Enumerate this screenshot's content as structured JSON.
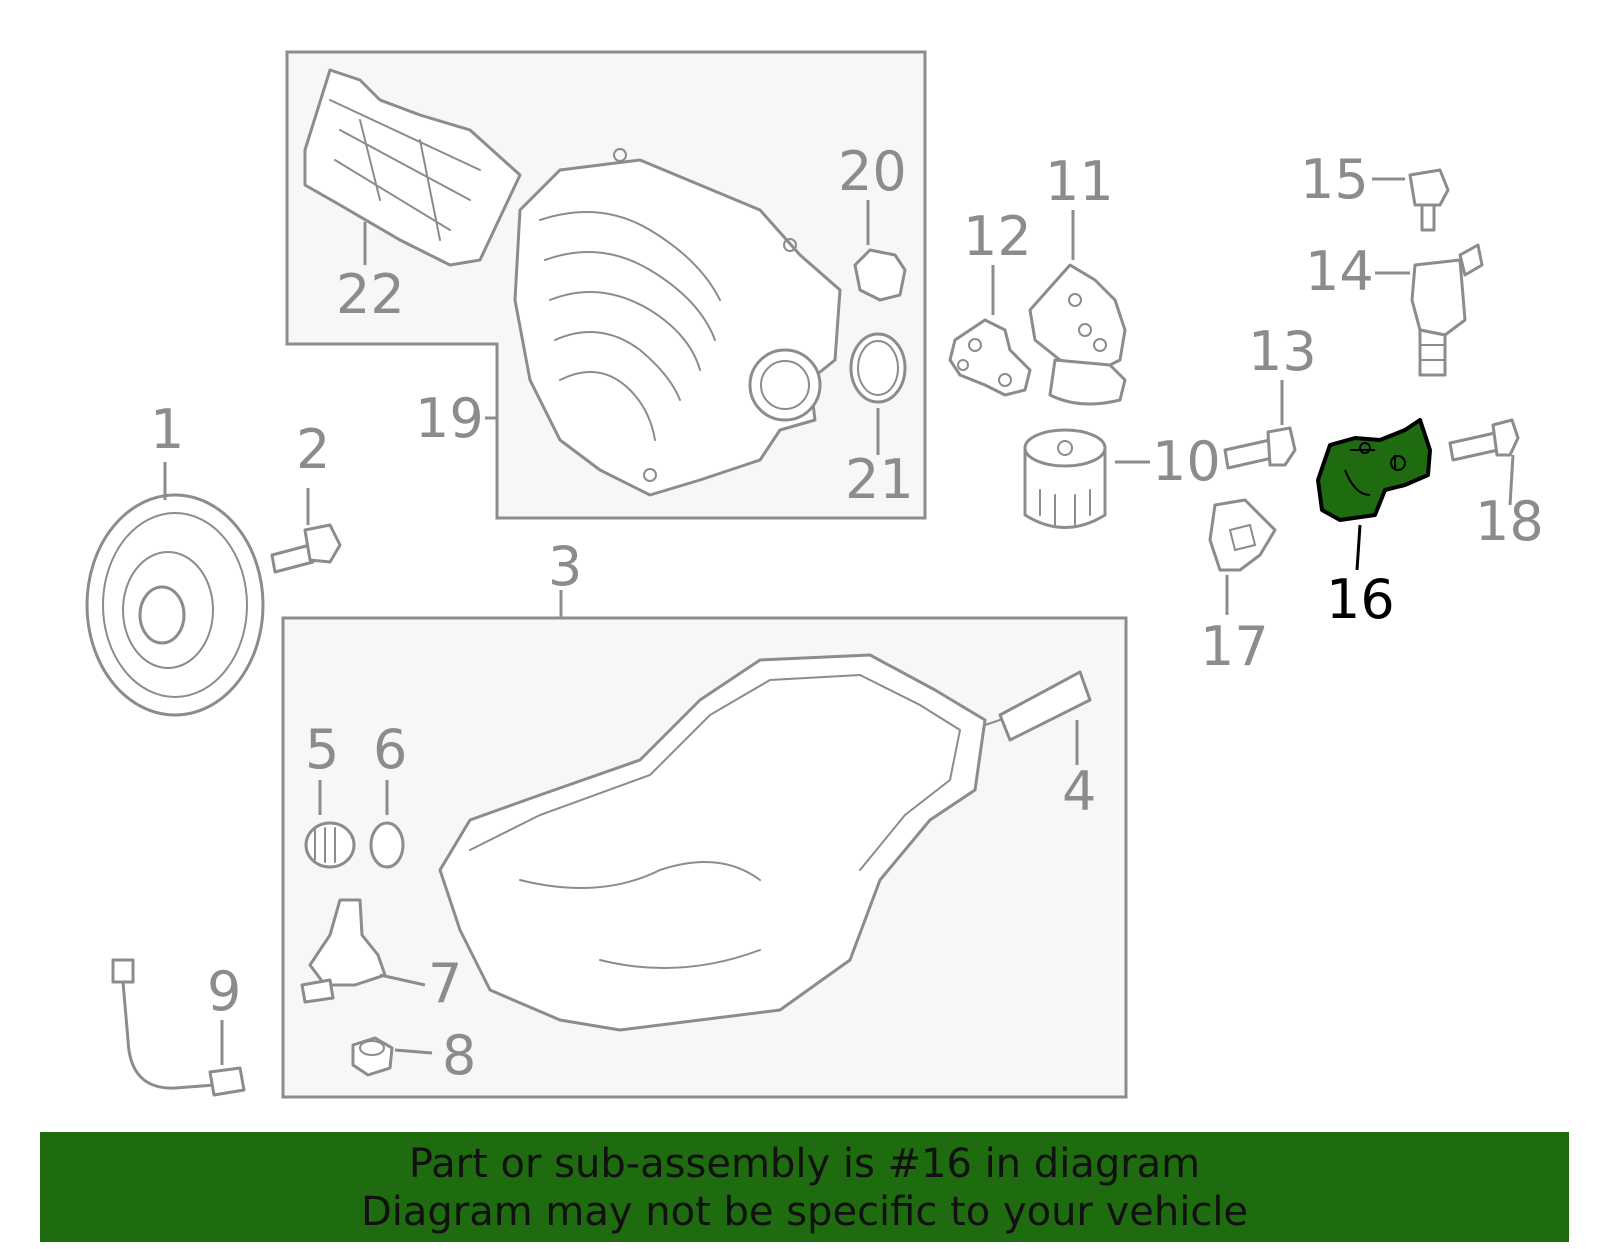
{
  "callouts": {
    "c1": "1",
    "c2": "2",
    "c3": "3",
    "c4": "4",
    "c5": "5",
    "c6": "6",
    "c7": "7",
    "c8": "8",
    "c9": "9",
    "c10": "10",
    "c11": "11",
    "c12": "12",
    "c13": "13",
    "c14": "14",
    "c15": "15",
    "c16": "16",
    "c17": "17",
    "c18": "18",
    "c19": "19",
    "c20": "20",
    "c21": "21",
    "c22": "22"
  },
  "highlighted_part": "16",
  "colors": {
    "highlight": "#1f6b0f",
    "line": "#8c8c8c",
    "banner": "#1f6b0f"
  },
  "banner": {
    "line1": "Part or sub-assembly is #16 in diagram",
    "line2": "Diagram may not be specific to your vehicle"
  }
}
